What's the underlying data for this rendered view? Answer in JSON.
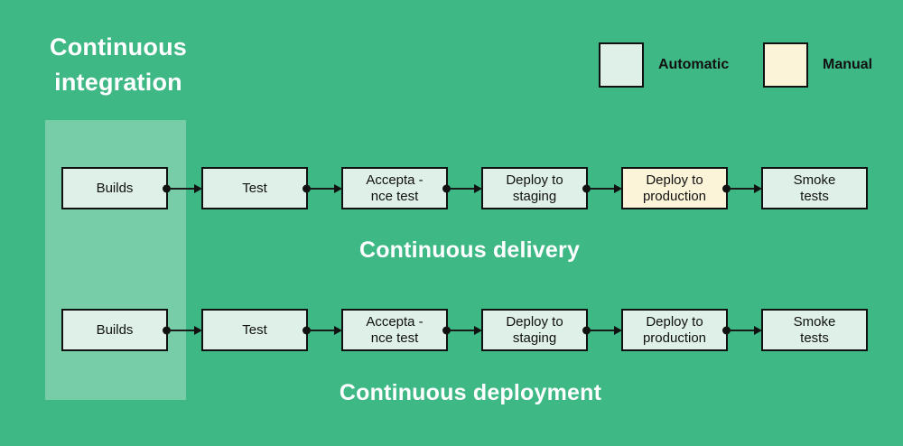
{
  "title": "Continuous integration",
  "colors": {
    "background": "#3eb885",
    "highlight_overlay": "rgba(255,255,255,0.30)",
    "automatic_fill": "#def0e8",
    "manual_fill": "#fcf4d8",
    "ink": "#111111",
    "title_text": "#ffffff"
  },
  "legend": {
    "items": [
      {
        "label": "Automatic",
        "color": "#def0e8"
      },
      {
        "label": "Manual",
        "color": "#fcf4d8"
      }
    ]
  },
  "rows": [
    {
      "caption": "Continuous delivery",
      "nodes": [
        {
          "label": "Builds",
          "type": "automatic",
          "fill": "#def0e8"
        },
        {
          "label": "Test",
          "type": "automatic",
          "fill": "#def0e8"
        },
        {
          "label": "Accepta -\nnce test",
          "type": "automatic",
          "fill": "#def0e8"
        },
        {
          "label": "Deploy to\nstaging",
          "type": "automatic",
          "fill": "#def0e8"
        },
        {
          "label": "Deploy to\nproduction",
          "type": "manual",
          "fill": "#fcf4d8"
        },
        {
          "label": "Smoke\ntests",
          "type": "automatic",
          "fill": "#def0e8"
        }
      ]
    },
    {
      "caption": "Continuous deployment",
      "nodes": [
        {
          "label": "Builds",
          "type": "automatic",
          "fill": "#def0e8"
        },
        {
          "label": "Test",
          "type": "automatic",
          "fill": "#def0e8"
        },
        {
          "label": "Accepta -\nnce test",
          "type": "automatic",
          "fill": "#def0e8"
        },
        {
          "label": "Deploy to\nstaging",
          "type": "automatic",
          "fill": "#def0e8"
        },
        {
          "label": "Deploy to\nproduction",
          "type": "automatic",
          "fill": "#def0e8"
        },
        {
          "label": "Smoke\ntests",
          "type": "automatic",
          "fill": "#def0e8"
        }
      ]
    }
  ]
}
